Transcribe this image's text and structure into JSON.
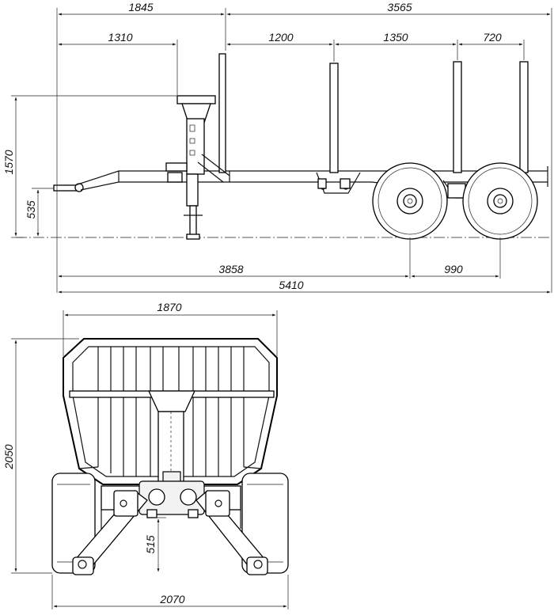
{
  "side_view": {
    "dimensions": {
      "overall_front": "1845",
      "overall_rear": "3565",
      "crane_offset": "1310",
      "stake_spacing_1": "1200",
      "stake_spacing_2": "1350",
      "stake_spacing_3": "720",
      "height": "1570",
      "hitch_height": "535",
      "axle_distance": "3858",
      "wheelbase": "990",
      "total_length": "5410"
    }
  },
  "rear_view": {
    "dimensions": {
      "bunk_width": "1870",
      "height": "2050",
      "ground_clearance": "515",
      "total_width": "2070"
    }
  }
}
